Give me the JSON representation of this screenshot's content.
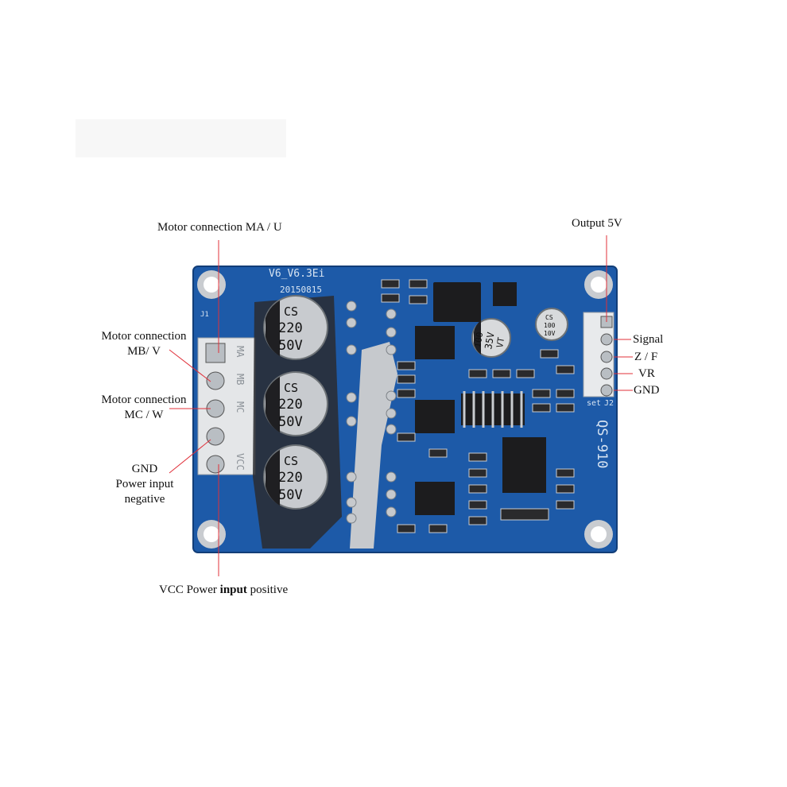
{
  "callouts": {
    "ma_u": "Motor connection MA / U",
    "mb_v_line1": "Motor connection",
    "mb_v_line2": "MB/ V",
    "mc_w_line1": "Motor connection",
    "mc_w_line2": "MC / W",
    "gnd_line1": "GND",
    "gnd_line2": "Power input",
    "gnd_line3": "negative",
    "vcc_part1": "VCC Power ",
    "vcc_part2": "input",
    "vcc_part3": " positive",
    "output_5v": "Output 5V",
    "signal": "Signal",
    "zf": "Z / F",
    "vr": "VR",
    "gnd_right": "GND"
  },
  "board": {
    "version": "V6_V6.3Ei",
    "date": "20150815",
    "model": "QS-910",
    "j1": "J1",
    "j2": "J2",
    "set": "set",
    "terminal_labels": [
      "MA",
      "MB",
      "MC",
      "",
      "VCC"
    ],
    "big_cap": [
      "CS",
      "220",
      "50V"
    ],
    "mid_cap": [
      "100",
      "35V",
      "VT"
    ],
    "small_cap": [
      "CS",
      "100",
      "10V"
    ]
  },
  "colors": {
    "pcb": "#1d5aa8",
    "pcb_dark": "#17488a",
    "silk": "#d7e4f2",
    "pointer": "#e0303a",
    "text": "#111111"
  }
}
